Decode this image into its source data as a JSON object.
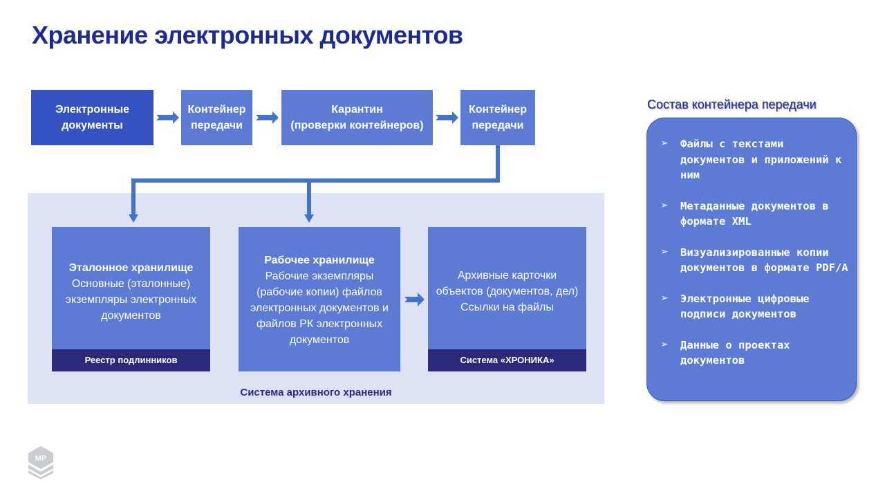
{
  "title": "Хранение электронных документов",
  "flow": [
    "Электронные документы",
    "Контейнер передачи",
    "Карантин\n(проверки контейнеров)",
    "Контейнер передачи"
  ],
  "storages": [
    {
      "heading": "Эталонное хранилище",
      "text": "Основные (эталонные) экземпляры электронных документов",
      "footer": "Реестр подлинников"
    },
    {
      "heading": "Рабочее хранилище",
      "text": "Рабочие экземпляры (рабочие копии) файлов электронных документов и файлов РК электронных документов"
    },
    {
      "text": "Архивные карточки объектов (документов, дел) Ссылки на файлы",
      "footer": "Система «ХРОНИКА»"
    }
  ],
  "system_label": "Система архивного хранения",
  "container": {
    "title": "Состав контейнера передачи",
    "items": [
      "Файлы с текстами документов и приложений к ним",
      "Метаданные документов в формате XML",
      "Визуализированные копии документов в формате PDF/A",
      "Электронные цифровые подписи документов",
      "Данные о проектах документов"
    ]
  },
  "logo": "МР",
  "colors": {
    "title": "#1f2a8f",
    "box": "#5b7bd5",
    "dark_box": "#3452c0",
    "footer": "#2b2a7a",
    "arrow": "#4472c4",
    "area": "#dde3f5"
  }
}
